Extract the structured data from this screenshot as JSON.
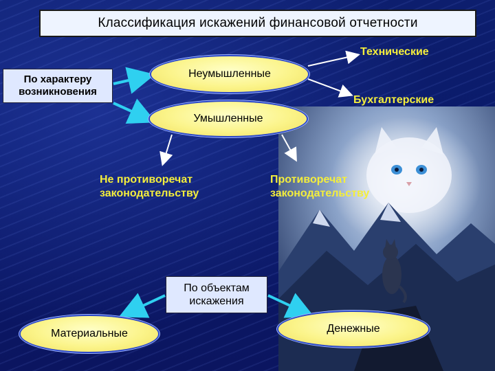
{
  "title": "Классификация искажений финансовой отчетности",
  "nodes": {
    "origin": "По характеру возникновения",
    "unintentional": "Неумышленные",
    "intentional": "Умышленные",
    "technical": "Технические",
    "accounting": "Бухгалтерские",
    "not_contradict": "Не противоречат законодательству",
    "contradict": "Противоречат законодательству",
    "objects": "По объектам искажения",
    "material": "Материальные",
    "monetary": "Денежные"
  },
  "colors": {
    "background": "#0d1e6e",
    "label_yellow": "#f4ee3c",
    "ellipse_fill": "#fbf48a",
    "arrow": "#2fd0f0"
  }
}
